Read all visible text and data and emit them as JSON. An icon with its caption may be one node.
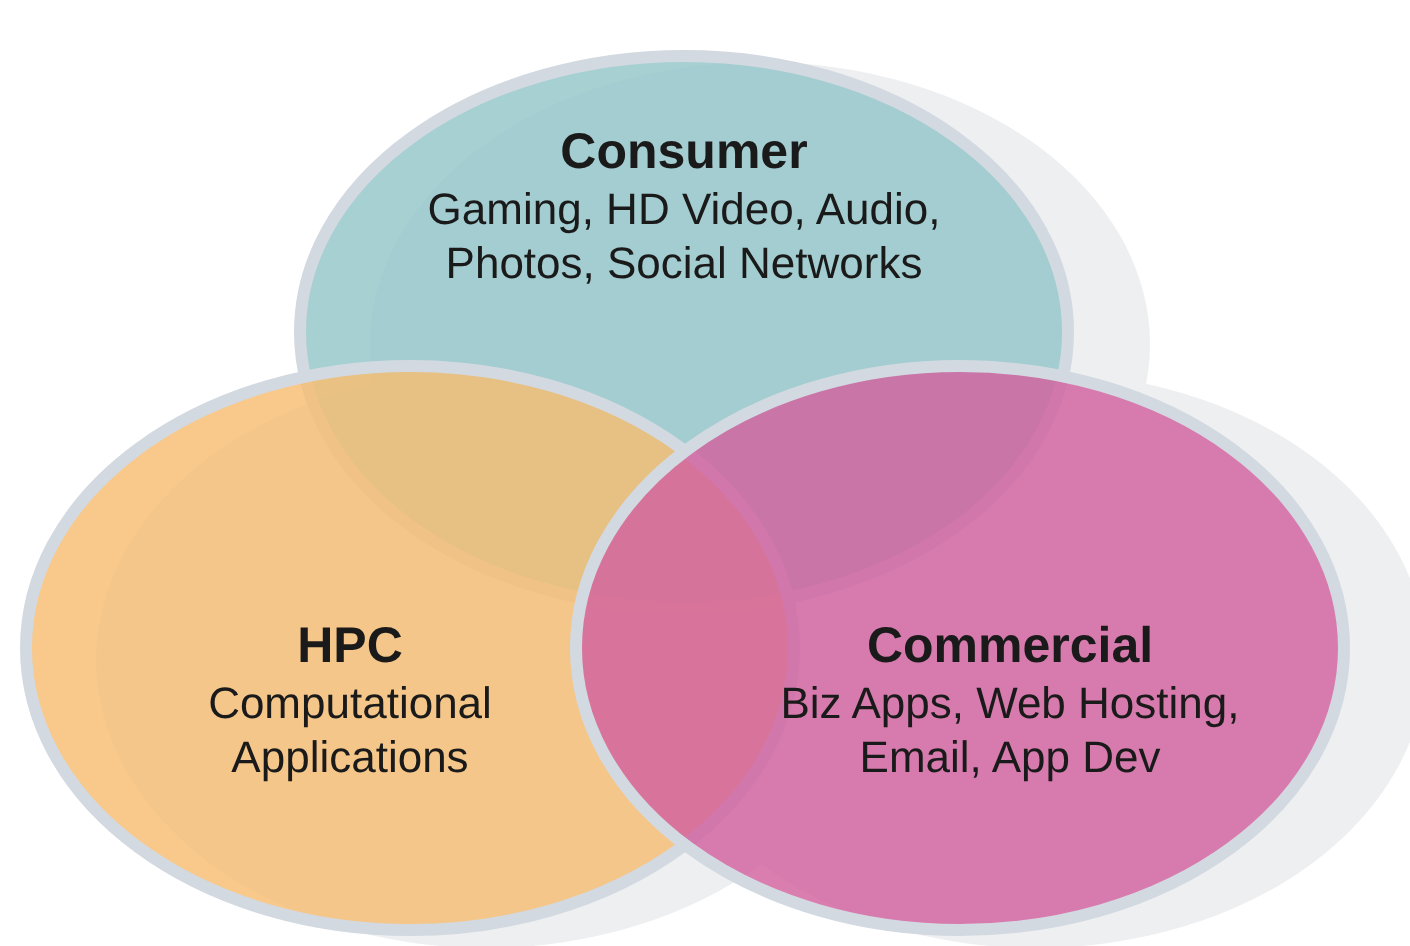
{
  "diagram": {
    "nodes": [
      {
        "text": [
          "Consumer",
          "Gaming, HD Video, Audio, Photos, Social Networks"
        ]
      },
      {
        "text": [
          "HPC",
          "Computational Applications"
        ]
      },
      {
        "text": [
          "Commercial",
          "Biz Apps, Web Hosting, Email, App Dev"
        ]
      }
    ]
  }
}
